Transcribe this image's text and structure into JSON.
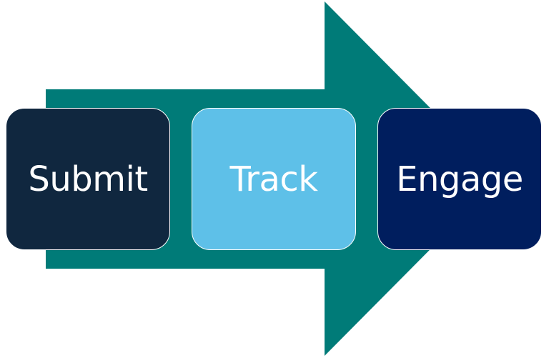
{
  "colors": {
    "arrow": "#007B78",
    "box_border": "#FFFFFF",
    "text": "#FFFFFF"
  },
  "steps": [
    {
      "label": "Submit",
      "color": "#10273F"
    },
    {
      "label": "Track",
      "color": "#5EC0E8"
    },
    {
      "label": "Engage",
      "color": "#001E5E"
    }
  ]
}
